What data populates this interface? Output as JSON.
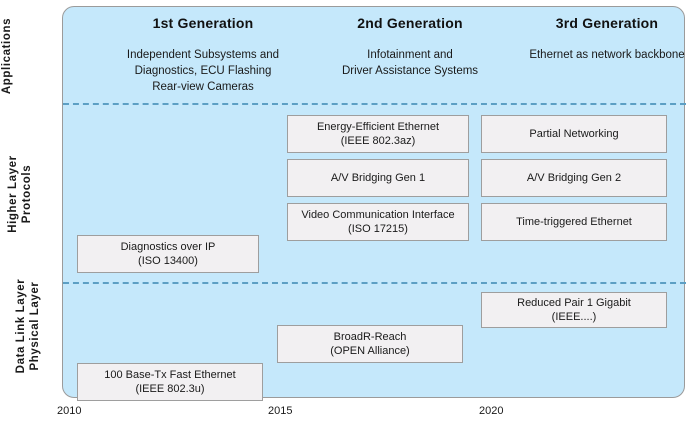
{
  "axis": {
    "rows": [
      {
        "id": "applications",
        "label": "Applications"
      },
      {
        "id": "higher-layer-protocols",
        "label": "Higher Layer\nProtocols"
      },
      {
        "id": "data-link-physical",
        "label": "Data Link Layer\nPhysical Layer"
      }
    ],
    "years": [
      "2010",
      "2015",
      "2020"
    ]
  },
  "generations": [
    {
      "title": "1st Generation",
      "description": "Independent Subsystems and\nDiagnostics, ECU Flashing\nRear-view Cameras"
    },
    {
      "title": "2nd Generation",
      "description": "Infotainment and\nDriver Assistance Systems"
    },
    {
      "title": "3rd Generation",
      "description": "Ethernet as network backbone"
    }
  ],
  "higher_layer_protocols": {
    "gen2": [
      "Energy-Efficient Ethernet\n(IEEE 802.3az)",
      "A/V Bridging Gen 1",
      "Video Communication Interface\n(ISO 17215)"
    ],
    "gen3": [
      "Partial Networking",
      "A/V Bridging Gen 2",
      "Time-triggered Ethernet"
    ],
    "gen1": [
      "Diagnostics over IP\n(ISO 13400)"
    ]
  },
  "physical_layer": {
    "gen3": [
      "Reduced Pair 1 Gigabit\n(IEEE....)"
    ],
    "gen2": [
      "BroadR-Reach\n(OPEN Alliance)"
    ],
    "gen1": [
      "100 Base-Tx Fast Ethernet\n(IEEE 802.3u)"
    ]
  },
  "colors": {
    "panel_background": "#c5e8fb",
    "panel_border": "#9b9b9b",
    "box_fill": "#f2f0f2",
    "box_border": "#9e9e9e",
    "divider": "#5c9fc4",
    "text": "#1a1a1a"
  }
}
